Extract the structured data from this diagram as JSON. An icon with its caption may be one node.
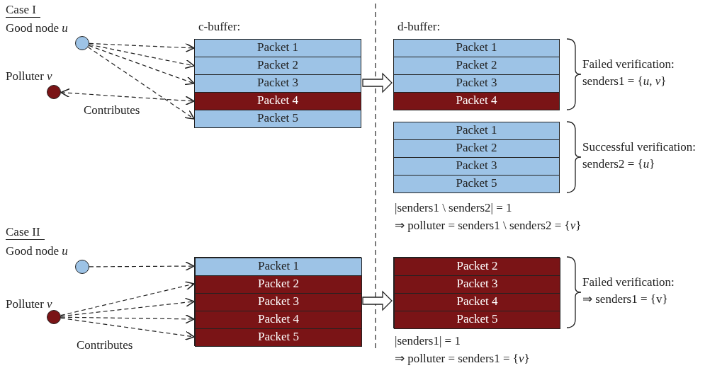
{
  "diagram": {
    "nodes": [
      {
        "text": [],
        "shape": "circle",
        "beside": [
          "Good node *u*"
        ]
      },
      {
        "text": [],
        "shape": "circle",
        "beside": [
          "Polluter *v*"
        ]
      },
      {
        "text": [
          "c-buffer:"
        ]
      },
      {
        "text": [
          "Packet 1"
        ],
        "in": 2
      },
      {
        "text": [
          "Packet 2"
        ],
        "in": 2
      },
      {
        "text": [
          "Packet 3"
        ],
        "in": 2
      },
      {
        "text": [
          "Packet 4"
        ],
        "in": 2
      },
      {
        "text": [
          "Packet 5"
        ],
        "in": 2
      },
      {
        "text": [
          "d-buffer:"
        ]
      },
      {
        "text": [
          "Packet 1"
        ],
        "in": 8
      },
      {
        "text": [
          "Packet 2"
        ],
        "in": 8
      },
      {
        "text": [
          "Packet 3"
        ],
        "in": 8
      },
      {
        "text": [
          "Packet 4"
        ],
        "in": 8
      },
      {
        "text": [
          "Packet 1"
        ]
      },
      {
        "text": [
          "Packet 2"
        ]
      },
      {
        "text": [
          "Packet 3"
        ]
      },
      {
        "text": [
          "Packet 5"
        ]
      },
      {
        "text": [],
        "shape": "circle",
        "beside": [
          "Good node *u*"
        ]
      },
      {
        "text": [],
        "shape": "circle",
        "beside": [
          "Polluter *v*"
        ]
      },
      {
        "text": [],
        "shape": "box"
      },
      {
        "text": [
          "Packet 1"
        ],
        "in": 19
      },
      {
        "text": [
          "Packet 2"
        ],
        "in": 19
      },
      {
        "text": [
          "Packet 3"
        ],
        "in": 19
      },
      {
        "text": [
          "Packet 4"
        ],
        "in": 19
      },
      {
        "text": [
          "Packet 5"
        ],
        "in": 19
      },
      {
        "text": [],
        "shape": "box"
      },
      {
        "text": [
          "Packet 2"
        ],
        "in": 25
      },
      {
        "text": [
          "Packet 3"
        ],
        "in": 25
      },
      {
        "text": [
          "Packet 4"
        ],
        "in": 25
      },
      {
        "text": [
          "Packet 5"
        ],
        "in": 25
      }
    ],
    "edges": [
      {
        "from": 0,
        "to": 3,
        "arrow": "to",
        "style": "dashed"
      },
      {
        "from": 0,
        "to": 4,
        "arrow": "to",
        "style": "dashed"
      },
      {
        "from": 0,
        "to": 5,
        "arrow": "to",
        "style": "dashed"
      },
      {
        "from": 0,
        "to": 7,
        "arrow": "to",
        "style": "dashed"
      },
      {
        "from": 1,
        "to": 6,
        "arrow": "both",
        "style": "dashed"
      },
      {
        "from": 2,
        "to": 8,
        "arrow": "to"
      },
      {
        "from": 17,
        "to": 20,
        "arrow": "to",
        "style": "dashed"
      },
      {
        "from": 18,
        "to": 21,
        "arrow": "to",
        "style": "dashed"
      },
      {
        "from": 18,
        "to": 22,
        "arrow": "to",
        "style": "dashed"
      },
      {
        "from": 18,
        "to": 23,
        "arrow": "to",
        "style": "dashed"
      },
      {
        "from": 18,
        "to": 24,
        "arrow": "to",
        "style": "dashed"
      },
      {
        "from": 19,
        "to": 25,
        "arrow": "to"
      }
    ],
    "labels": [
      "Case I",
      "Failed verification:",
      "senders1 = {*u*, *v*}",
      "Contributes",
      "Successful verification:",
      "senders2 = {*u*}",
      "|senders1 \\ senders2| = 1",
      "⇒ polluter = senders1 \\ senders2 = {*v*}",
      "Case II",
      "Failed verification:",
      "⇒ senders1 = {v}",
      "Contributes",
      "|senders1| = 1",
      "⇒ polluter = senders1 = {*v*}"
    ]
  }
}
